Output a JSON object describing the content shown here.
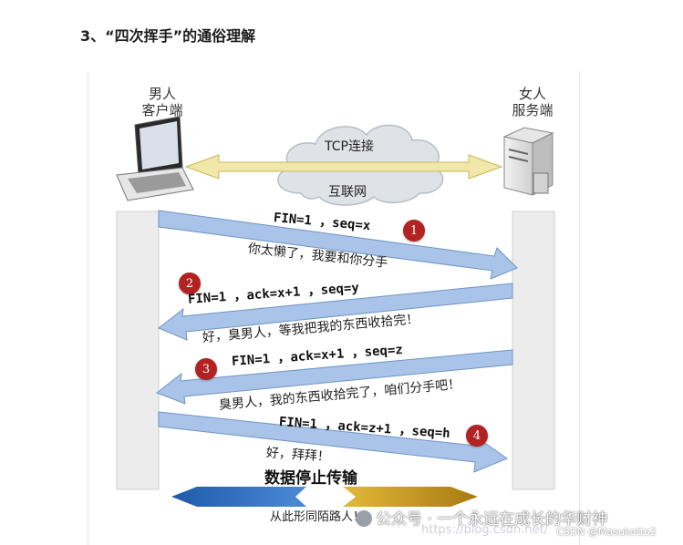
{
  "heading": "3、“四次挥手”的通俗理解",
  "client": {
    "line1": "男人",
    "line2": "客户端"
  },
  "server": {
    "line1": "女人",
    "line2": "服务端"
  },
  "cloud": {
    "top": "TCP连接",
    "bottom": "互联网"
  },
  "messages": [
    {
      "step": "1",
      "label": "FIN=1 ，seq=x",
      "speech": "你太懒了，我要和你分手"
    },
    {
      "step": "2",
      "label": "FIN=1 ，ack=x+1 ，seq=y",
      "speech": "好，臭男人，等我把我的东西收拾完！"
    },
    {
      "step": "3",
      "label": "FIN=1 ，ack=x+1 ，seq=z",
      "speech": "臭男人，我的东西收拾完了，咱们分手吧！"
    },
    {
      "step": "4",
      "label": "FIN=1 ，ack=z+1 ，seq=h",
      "speech": "好，拜拜！"
    }
  ],
  "stop_text": "数据停止传输",
  "ending": "从此形同陌路人！",
  "watermark": {
    "account": "公众号 · 一个永远在成长的华财神",
    "url": "https://blog.csdn.net/",
    "csdn": "CSDN @Masukotto2"
  },
  "colors": {
    "arrow": "#a9c4e8",
    "arrow_stroke": "#6f95c4",
    "badge": "#b22222",
    "lifeline": "#ececec",
    "blue_band": "#2f6db5",
    "gold_band": "#c99a1c"
  }
}
